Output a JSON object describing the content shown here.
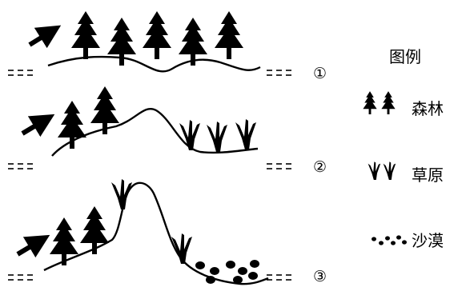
{
  "legend": {
    "title": "图例",
    "items": [
      {
        "key": "forest",
        "label": "森林",
        "icon": "tree-icon"
      },
      {
        "key": "grassland",
        "label": "草原",
        "icon": "grass-icon"
      },
      {
        "key": "desert",
        "label": "沙漠",
        "icon": "sand-dots-icon"
      }
    ]
  },
  "profiles": [
    {
      "marker": "①"
    },
    {
      "marker": "②"
    },
    {
      "marker": "③"
    }
  ],
  "colors": {
    "ink": "#000000",
    "background": "#ffffff"
  }
}
